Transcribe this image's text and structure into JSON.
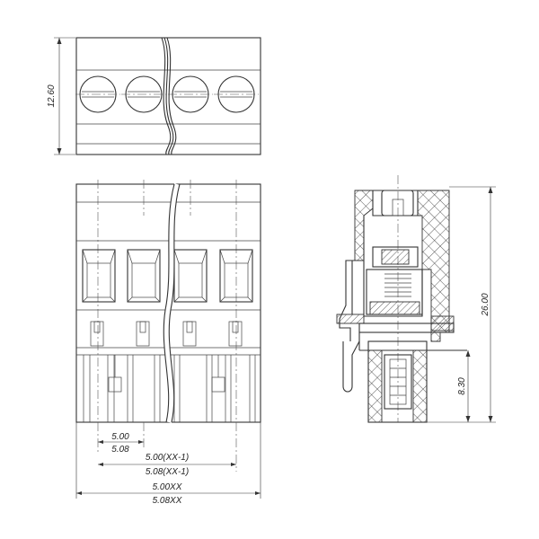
{
  "drawing": {
    "title": "",
    "dimensions": {
      "height_top_view": "12.60",
      "pitch_a": "5.00",
      "pitch_b": "5.08",
      "span_a": "5.00(XX-1)",
      "span_b": "5.08(XX-1)",
      "overall_a": "5.00XX",
      "overall_b": "5.08XX",
      "total_height": "26.00",
      "pin_height": "8.30"
    },
    "views": [
      "top-view",
      "front-view",
      "side-section-view"
    ],
    "colors": {
      "line": "#333333",
      "background": "#ffffff"
    }
  }
}
